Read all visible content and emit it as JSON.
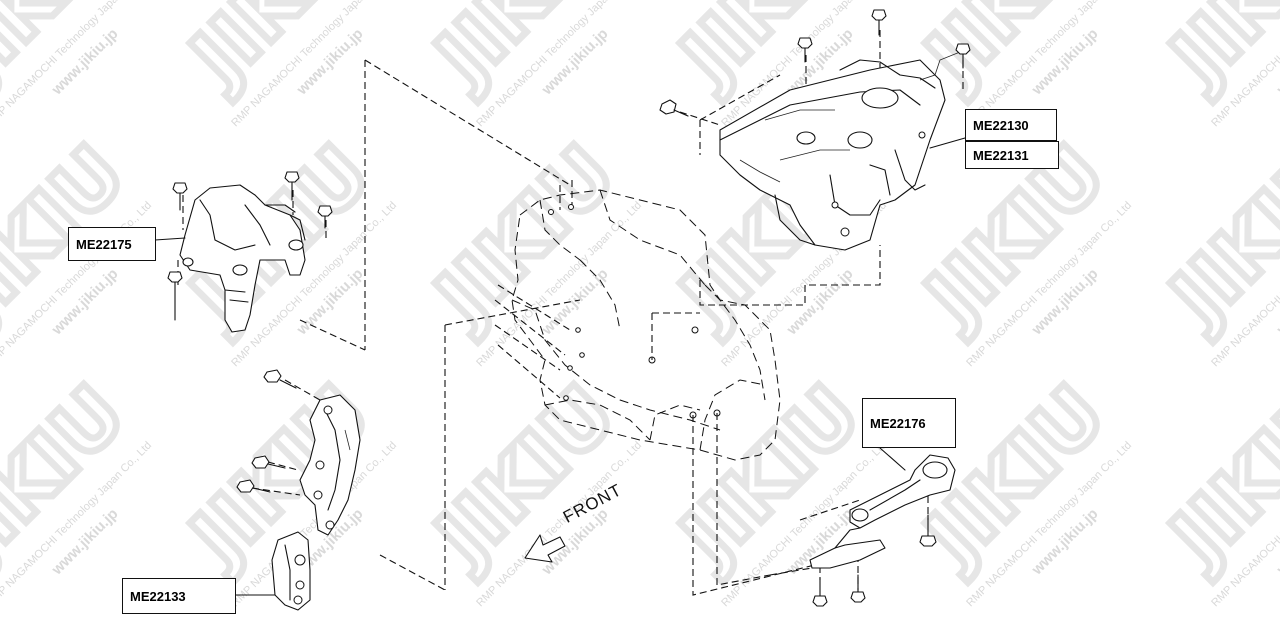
{
  "diagram": {
    "labels": {
      "lbl_me22175": "ME22175",
      "lbl_me22130": "ME22130",
      "lbl_me22131": "ME22131",
      "lbl_me22176": "ME22176",
      "lbl_me22133": "ME22133"
    },
    "direction_label": "FRONT"
  },
  "watermark": {
    "logo_text": "JIKIU",
    "company_text": "RMP NAGAMOCHI Technology Japan Co., Ltd",
    "url_text": "www.jikiu.jp",
    "color": "#d9d9d9"
  }
}
